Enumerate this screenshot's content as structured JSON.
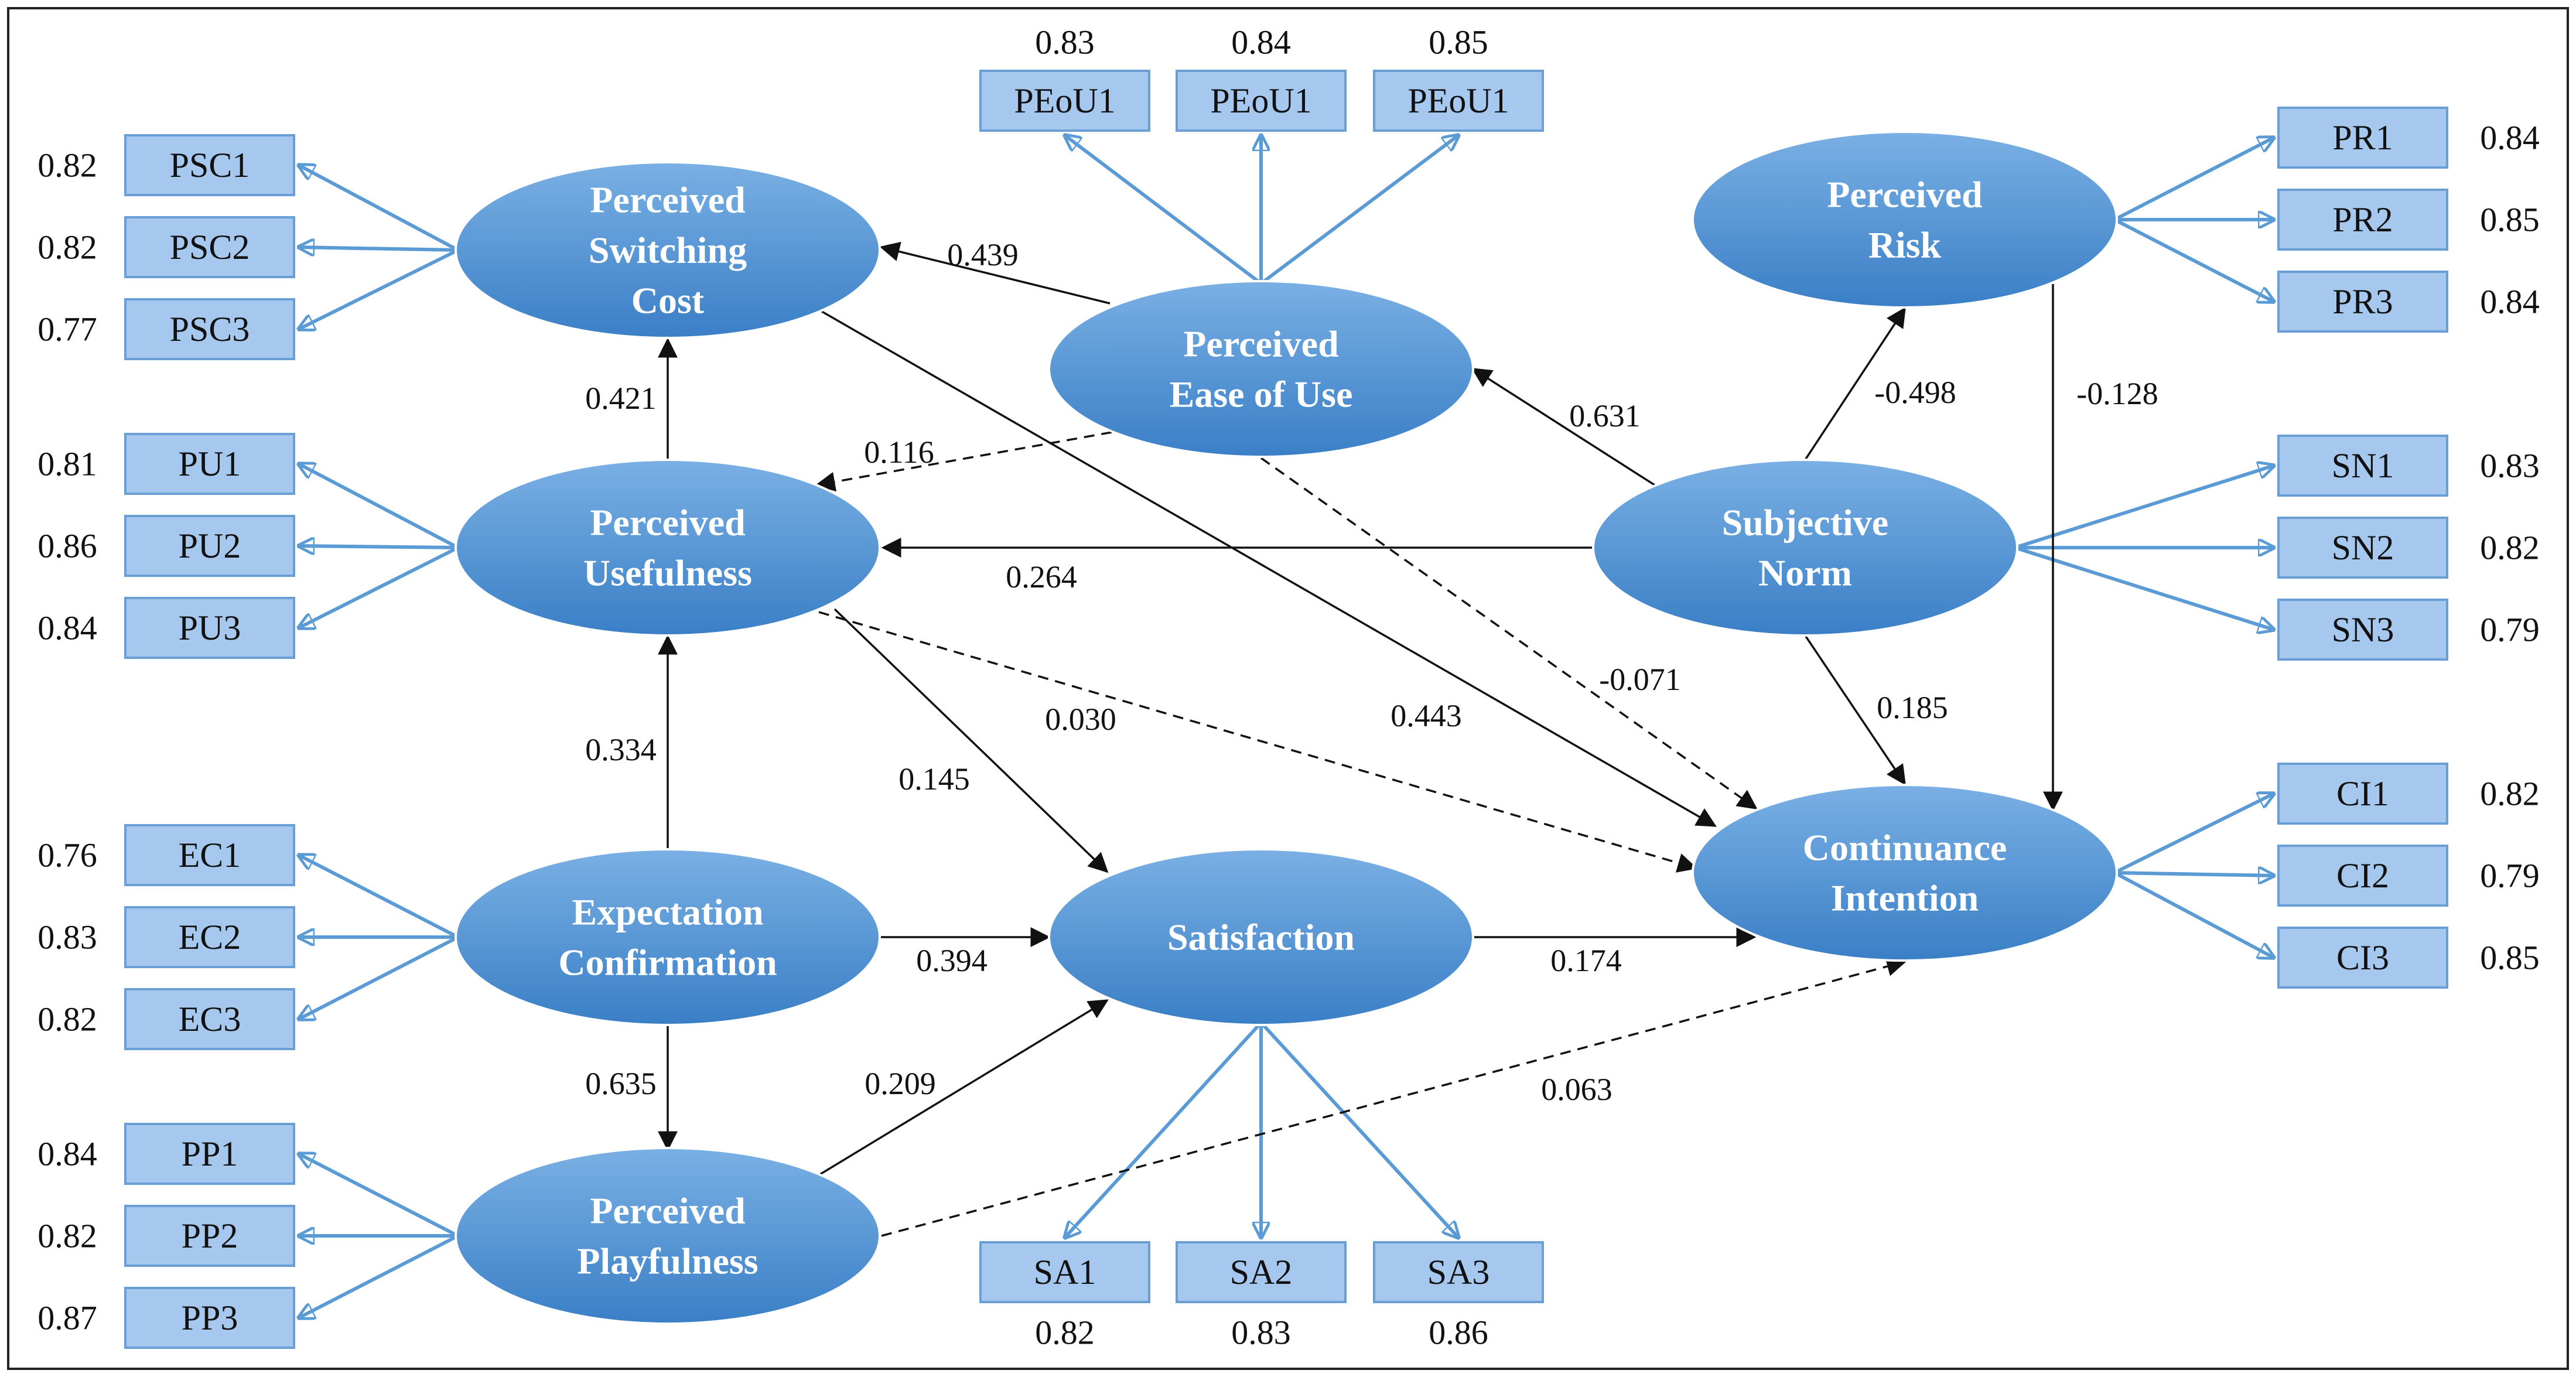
{
  "diagram": {
    "type": "structural-equation-model",
    "colors": {
      "ellipse_fill_top": "#7ab0e4",
      "ellipse_fill_bottom": "#3a7fc6",
      "box_fill": "#a6c8ee",
      "box_stroke": "#6a9fd6",
      "measurement_arrow": "#5b9bd5",
      "path_arrow": "#111111"
    },
    "constructs": [
      {
        "id": "psc",
        "lines": [
          "Perceived",
          "Switching",
          "Cost"
        ]
      },
      {
        "id": "peou",
        "lines": [
          "Perceived",
          "Ease of Use"
        ]
      },
      {
        "id": "pr",
        "lines": [
          "Perceived",
          "Risk"
        ]
      },
      {
        "id": "pu",
        "lines": [
          "Perceived",
          "Usefulness"
        ]
      },
      {
        "id": "sn",
        "lines": [
          "Subjective",
          "Norm"
        ]
      },
      {
        "id": "ec",
        "lines": [
          "Expectation",
          "Confirmation"
        ]
      },
      {
        "id": "sat",
        "lines": [
          "Satisfaction"
        ]
      },
      {
        "id": "ci",
        "lines": [
          "Continuance",
          "Intention"
        ]
      },
      {
        "id": "pp",
        "lines": [
          "Perceived",
          "Playfulness"
        ]
      }
    ],
    "indicators": [
      {
        "construct": "psc",
        "label": "PSC1",
        "loading": "0.82"
      },
      {
        "construct": "psc",
        "label": "PSC2",
        "loading": "0.82"
      },
      {
        "construct": "psc",
        "label": "PSC3",
        "loading": "0.77"
      },
      {
        "construct": "pu",
        "label": "PU1",
        "loading": "0.81"
      },
      {
        "construct": "pu",
        "label": "PU2",
        "loading": "0.86"
      },
      {
        "construct": "pu",
        "label": "PU3",
        "loading": "0.84"
      },
      {
        "construct": "ec",
        "label": "EC1",
        "loading": "0.76"
      },
      {
        "construct": "ec",
        "label": "EC2",
        "loading": "0.83"
      },
      {
        "construct": "ec",
        "label": "EC3",
        "loading": "0.82"
      },
      {
        "construct": "pp",
        "label": "PP1",
        "loading": "0.84"
      },
      {
        "construct": "pp",
        "label": "PP2",
        "loading": "0.82"
      },
      {
        "construct": "pp",
        "label": "PP3",
        "loading": "0.87"
      },
      {
        "construct": "peou",
        "label": "PEoU1",
        "loading": "0.83"
      },
      {
        "construct": "peou",
        "label": "PEoU1",
        "loading": "0.84"
      },
      {
        "construct": "peou",
        "label": "PEoU1",
        "loading": "0.85"
      },
      {
        "construct": "sat",
        "label": "SA1",
        "loading": "0.82"
      },
      {
        "construct": "sat",
        "label": "SA2",
        "loading": "0.83"
      },
      {
        "construct": "sat",
        "label": "SA3",
        "loading": "0.86"
      },
      {
        "construct": "pr",
        "label": "PR1",
        "loading": "0.84"
      },
      {
        "construct": "pr",
        "label": "PR2",
        "loading": "0.85"
      },
      {
        "construct": "pr",
        "label": "PR3",
        "loading": "0.84"
      },
      {
        "construct": "sn",
        "label": "SN1",
        "loading": "0.83"
      },
      {
        "construct": "sn",
        "label": "SN2",
        "loading": "0.82"
      },
      {
        "construct": "sn",
        "label": "SN3",
        "loading": "0.79"
      },
      {
        "construct": "ci",
        "label": "CI1",
        "loading": "0.82"
      },
      {
        "construct": "ci",
        "label": "CI2",
        "loading": "0.79"
      },
      {
        "construct": "ci",
        "label": "CI3",
        "loading": "0.85"
      }
    ],
    "paths": [
      {
        "from": "peou",
        "to": "psc",
        "coef": "0.439",
        "dashed": false
      },
      {
        "from": "pu",
        "to": "psc",
        "coef": "0.421",
        "dashed": false
      },
      {
        "from": "peou",
        "to": "pu",
        "coef": "0.116",
        "dashed": true
      },
      {
        "from": "sn",
        "to": "peou",
        "coef": "0.631",
        "dashed": false
      },
      {
        "from": "sn",
        "to": "pr",
        "coef": "-0.498",
        "dashed": false
      },
      {
        "from": "pr",
        "to": "ci",
        "coef": "-0.128",
        "dashed": false
      },
      {
        "from": "sn",
        "to": "pu",
        "coef": "0.264",
        "dashed": false
      },
      {
        "from": "peou",
        "to": "ci",
        "coef": "-0.071",
        "dashed": true
      },
      {
        "from": "psc",
        "to": "ci",
        "coef": "0.443",
        "dashed": false
      },
      {
        "from": "pu",
        "to": "ci",
        "coef": "0.030",
        "dashed": true
      },
      {
        "from": "pu",
        "to": "sat",
        "coef": "0.145",
        "dashed": false
      },
      {
        "from": "sn",
        "to": "ci",
        "coef": "0.185",
        "dashed": false
      },
      {
        "from": "ec",
        "to": "pu",
        "coef": "0.334",
        "dashed": false
      },
      {
        "from": "ec",
        "to": "sat",
        "coef": "0.394",
        "dashed": false
      },
      {
        "from": "sat",
        "to": "ci",
        "coef": "0.174",
        "dashed": false
      },
      {
        "from": "ec",
        "to": "pp",
        "coef": "0.635",
        "dashed": false
      },
      {
        "from": "pp",
        "to": "sat",
        "coef": "0.209",
        "dashed": false
      },
      {
        "from": "pp",
        "to": "ci",
        "coef": "0.063",
        "dashed": true
      }
    ]
  }
}
